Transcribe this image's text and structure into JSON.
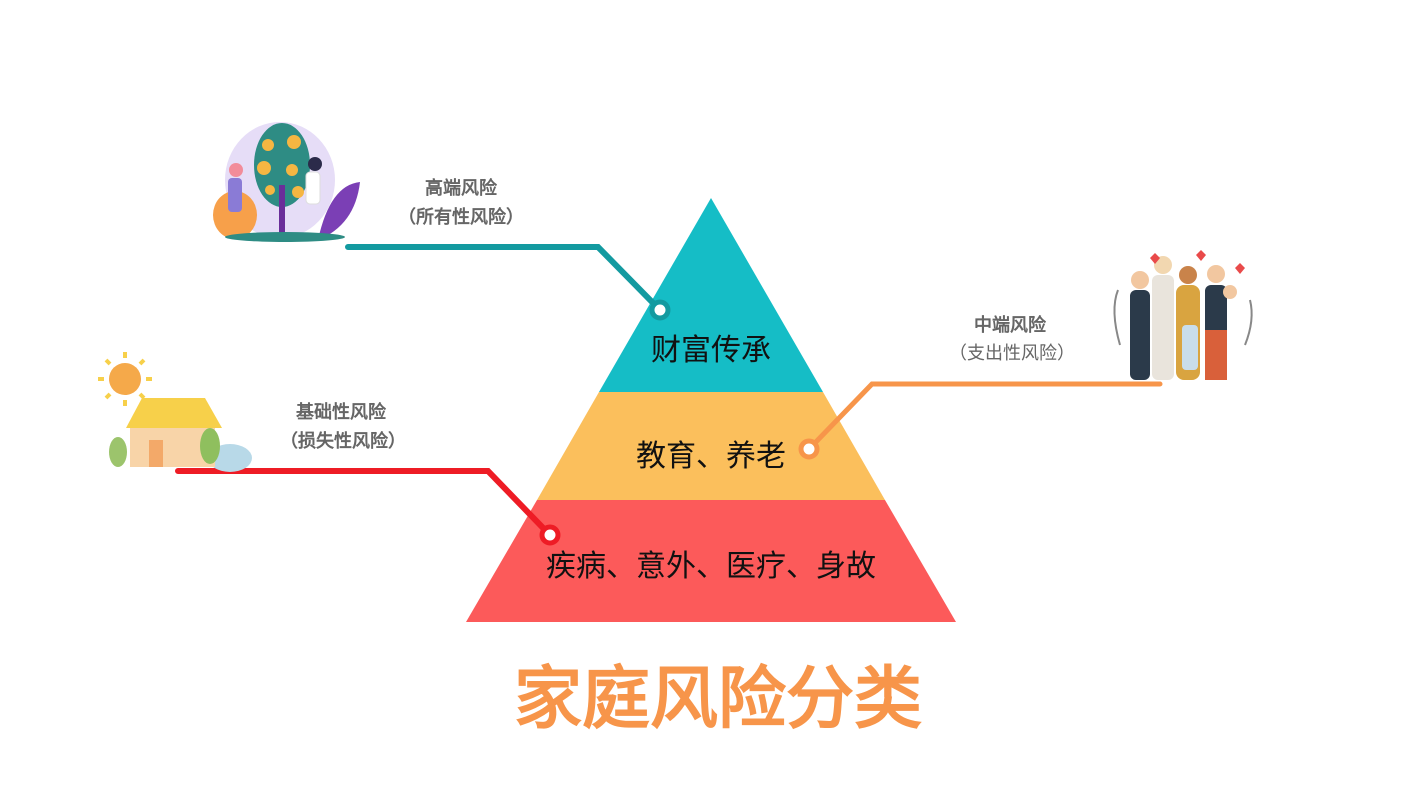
{
  "title": "家庭风险分类",
  "pyramid": {
    "tiers": [
      {
        "label": "财富传承",
        "color": "#15BDC6"
      },
      {
        "label": "教育、养老",
        "color": "#FBBF5C"
      },
      {
        "label": "疾病、意外、医疗、身故",
        "color": "#FC5A5A"
      }
    ]
  },
  "callouts": {
    "high": {
      "title": "高端风险",
      "subtitle": "（所有性风险）",
      "color": "#139AA0"
    },
    "mid": {
      "title": "中端风险",
      "subtitle": "（支出性风险）",
      "color": "#F7954A"
    },
    "base": {
      "title": "基础性风险",
      "subtitle": "（损失性风险）",
      "color": "#EE1C25"
    }
  }
}
